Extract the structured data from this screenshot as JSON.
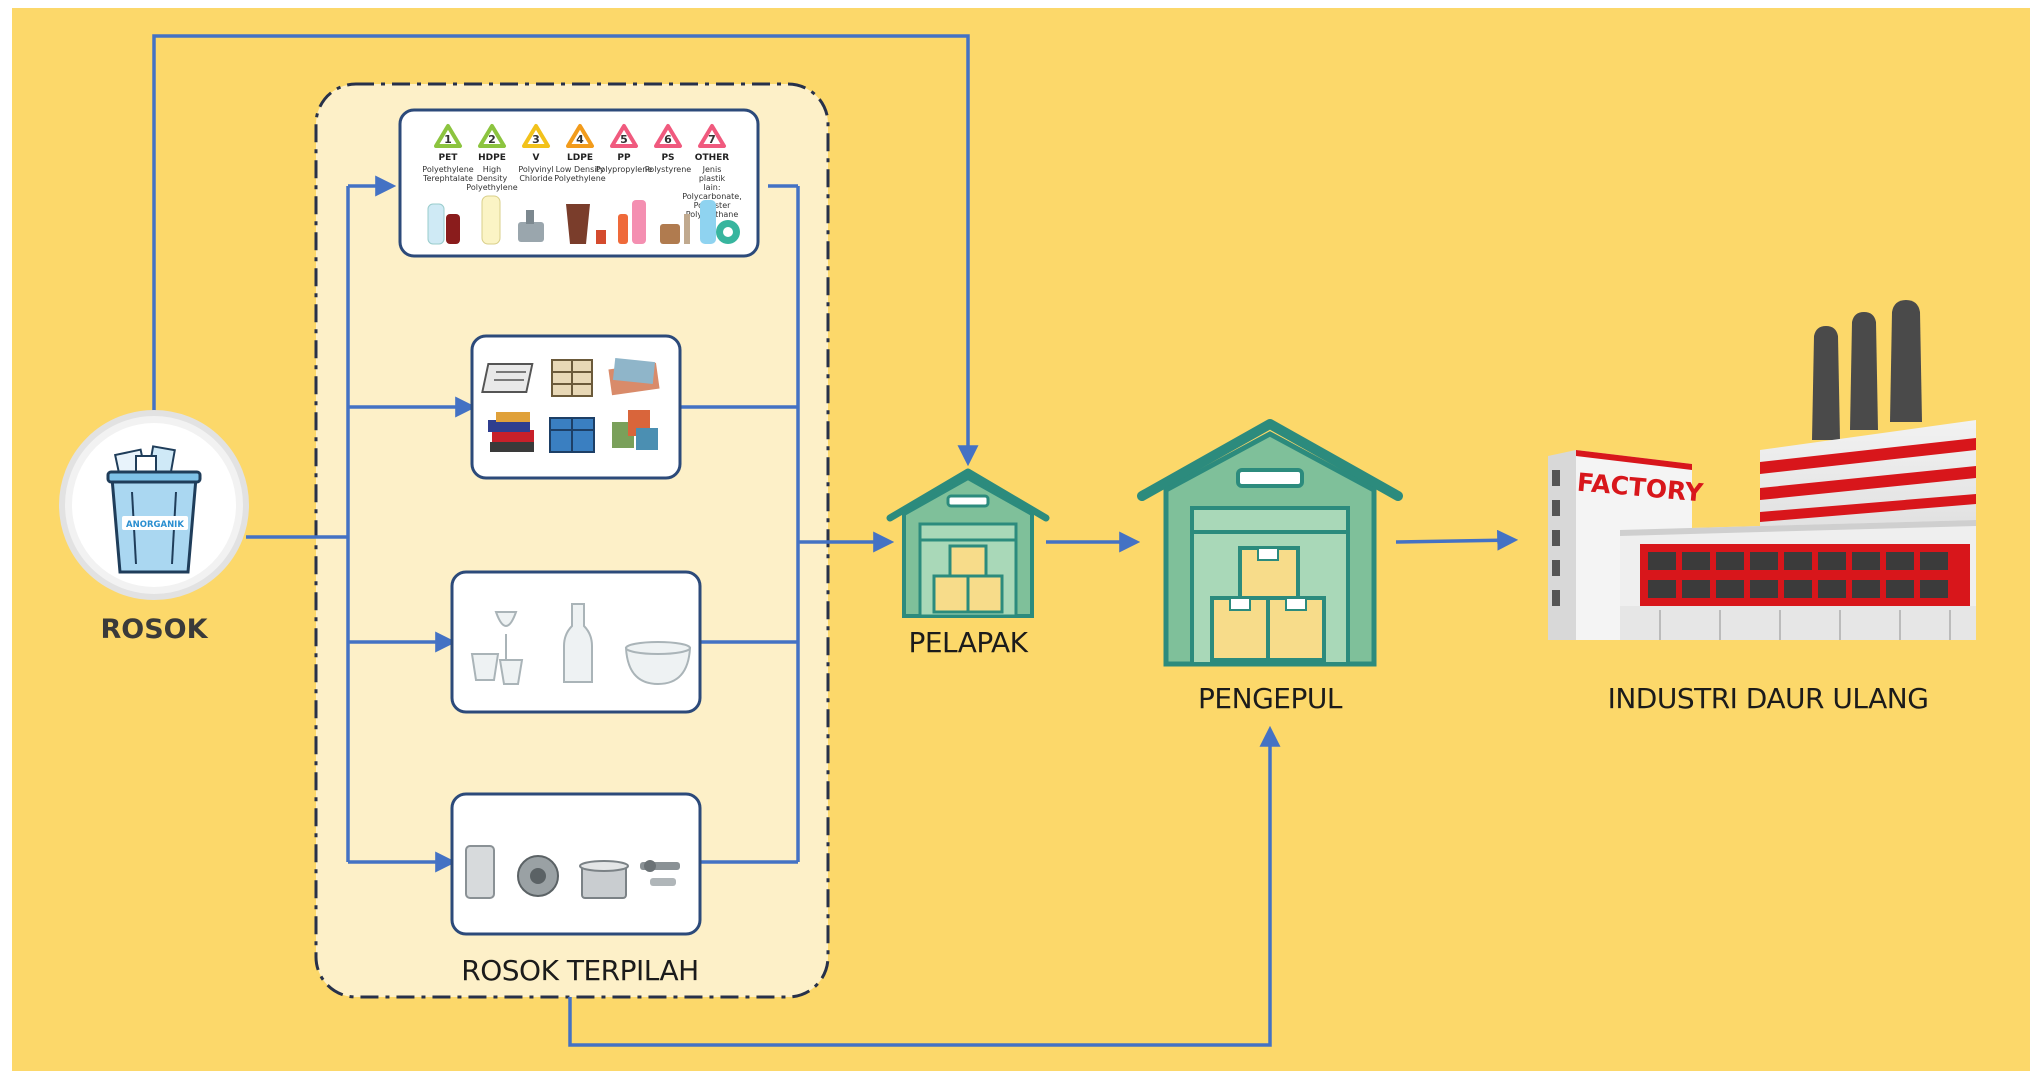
{
  "colors": {
    "background": "#fcd86a",
    "panel": "#fdf0c8",
    "arrow": "#4472c4",
    "warehouse_fill": "#7fc09a",
    "warehouse_stroke": "#2c8b7d",
    "box": "#f7dc8a",
    "factory_red": "#d8161b"
  },
  "nodes": {
    "rosok": {
      "label": "ROSOK",
      "bin_text": "ANORGANIK",
      "icon": "trash-bin-icon"
    },
    "sorted_group": {
      "label": "ROSOK TERPILAH"
    },
    "pelapak": {
      "label": "PELAPAK",
      "icon": "warehouse-icon"
    },
    "pengepul": {
      "label": "PENGEPUL",
      "icon": "warehouse-icon"
    },
    "industri": {
      "label": "INDUSTRI DAUR ULANG",
      "sign": "FACTORY",
      "icon": "factory-icon"
    }
  },
  "plastic_codes": [
    {
      "num": "1",
      "code": "PET",
      "desc": "Polyethylene Terephtalate",
      "color": "#8cc43f"
    },
    {
      "num": "2",
      "code": "HDPE",
      "desc": "High Density Polyethylene",
      "color": "#8cc43f"
    },
    {
      "num": "3",
      "code": "V",
      "desc": "Polyvinyl Chloride",
      "color": "#f2c21b"
    },
    {
      "num": "4",
      "code": "LDPE",
      "desc": "Low Density Polyethylene",
      "color": "#f29b1b"
    },
    {
      "num": "5",
      "code": "PP",
      "desc": "Polypropylene",
      "color": "#f05a7e"
    },
    {
      "num": "6",
      "code": "PS",
      "desc": "Polystyrene",
      "color": "#f05a7e"
    },
    {
      "num": "7",
      "code": "OTHER",
      "desc": "Jenis plastik lain: Polycarbonate, Polyester Polyurethane",
      "color": "#f05a7e"
    }
  ],
  "categories": [
    {
      "name": "plastic-card",
      "icon": "plastic-items-icon"
    },
    {
      "name": "paper-card",
      "icon": "paper-items-icon"
    },
    {
      "name": "glass-card",
      "icon": "glass-items-icon"
    },
    {
      "name": "metal-card",
      "icon": "metal-items-icon"
    }
  ]
}
